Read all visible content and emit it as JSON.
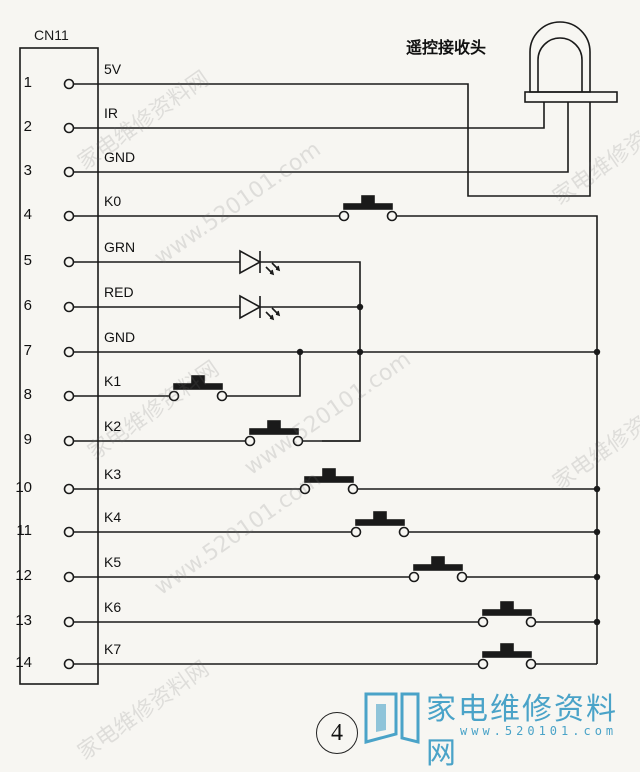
{
  "connector": {
    "name": "CN11"
  },
  "receiver": {
    "title": "遥控接收头"
  },
  "pins": [
    {
      "num": "1",
      "signal": "5V"
    },
    {
      "num": "2",
      "signal": "IR"
    },
    {
      "num": "3",
      "signal": "GND"
    },
    {
      "num": "4",
      "signal": "K0"
    },
    {
      "num": "5",
      "signal": "GRN"
    },
    {
      "num": "6",
      "signal": "RED"
    },
    {
      "num": "7",
      "signal": "GND"
    },
    {
      "num": "8",
      "signal": "K1"
    },
    {
      "num": "9",
      "signal": "K2"
    },
    {
      "num": "10",
      "signal": "K3"
    },
    {
      "num": "11",
      "signal": "K4"
    },
    {
      "num": "12",
      "signal": "K5"
    },
    {
      "num": "13",
      "signal": "K6"
    },
    {
      "num": "14",
      "signal": "K7"
    }
  ],
  "figure": {
    "number": "4"
  },
  "watermark": {
    "site_cn": "家电维修资料网",
    "site_url": "www.520101.com",
    "brand_name": "家电维修资料网",
    "brand_url": "www.520101.com"
  }
}
